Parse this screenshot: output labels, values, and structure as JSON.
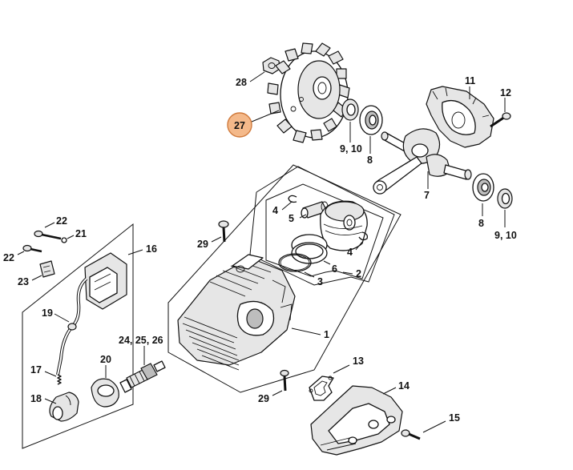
{
  "callouts": {
    "c28": "28",
    "c27": "27",
    "c11": "11",
    "c12": "12",
    "c910a": "9, 10",
    "c8a": "8",
    "c7": "7",
    "c8b": "8",
    "c910b": "9, 10",
    "c4a": "4",
    "c5": "5",
    "c4b": "4",
    "c6": "6",
    "c2": "2",
    "c3": "3",
    "c29a": "29",
    "c16": "16",
    "c22a": "22",
    "c21": "21",
    "c22b": "22",
    "c23": "23",
    "c19": "19",
    "c1": "1",
    "c242526": "24, 25, 26",
    "c20": "20",
    "c17": "17",
    "c18": "18",
    "c13": "13",
    "c29b": "29",
    "c14": "14",
    "c15": "15"
  },
  "colors": {
    "highlight_fill": "#f4b98a",
    "highlight_stroke": "#d07a3c",
    "line": "#111111"
  }
}
